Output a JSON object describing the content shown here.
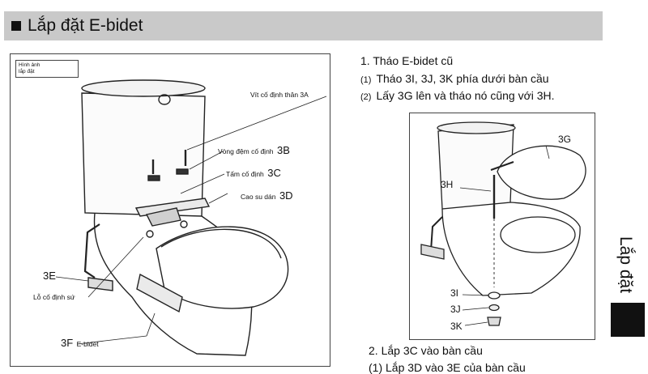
{
  "header": {
    "title": "Lắp đặt E-bidet"
  },
  "figure1": {
    "caption_line1": "Hình ảnh",
    "caption_line2": "lắp đặt",
    "labels": {
      "l3a": "Vít cố định thân 3A",
      "l3b_text": "Vòng đệm cố định",
      "l3b_code": "3B",
      "l3c_text": "Tấm cố định",
      "l3c_code": "3C",
      "l3d_text": "Cao su dán",
      "l3d_code": "3D",
      "l3e": "3E",
      "l_lo": "Lỗ cố định sứ",
      "l3f_code": "3F",
      "l3f_text": "E-bidet"
    }
  },
  "step1": {
    "title": "1. Tháo E-bidet cũ",
    "item1_num": "(1)",
    "item1": "Tháo 3I, 3J, 3K phía dưới bàn cầu",
    "item2_num": "(2)",
    "item2": "Lấy 3G lên và tháo nó cũng với 3H."
  },
  "figure2": {
    "labels": {
      "g": "3G",
      "h": "3H",
      "i": "3I",
      "j": "3J",
      "k": "3K"
    }
  },
  "step2": {
    "title": "2. Lắp 3C vào bàn cầu",
    "item1": "(1) Lắp 3D vào 3E của bàn cầu"
  },
  "side_tab": {
    "label": "Lắp đặt"
  }
}
